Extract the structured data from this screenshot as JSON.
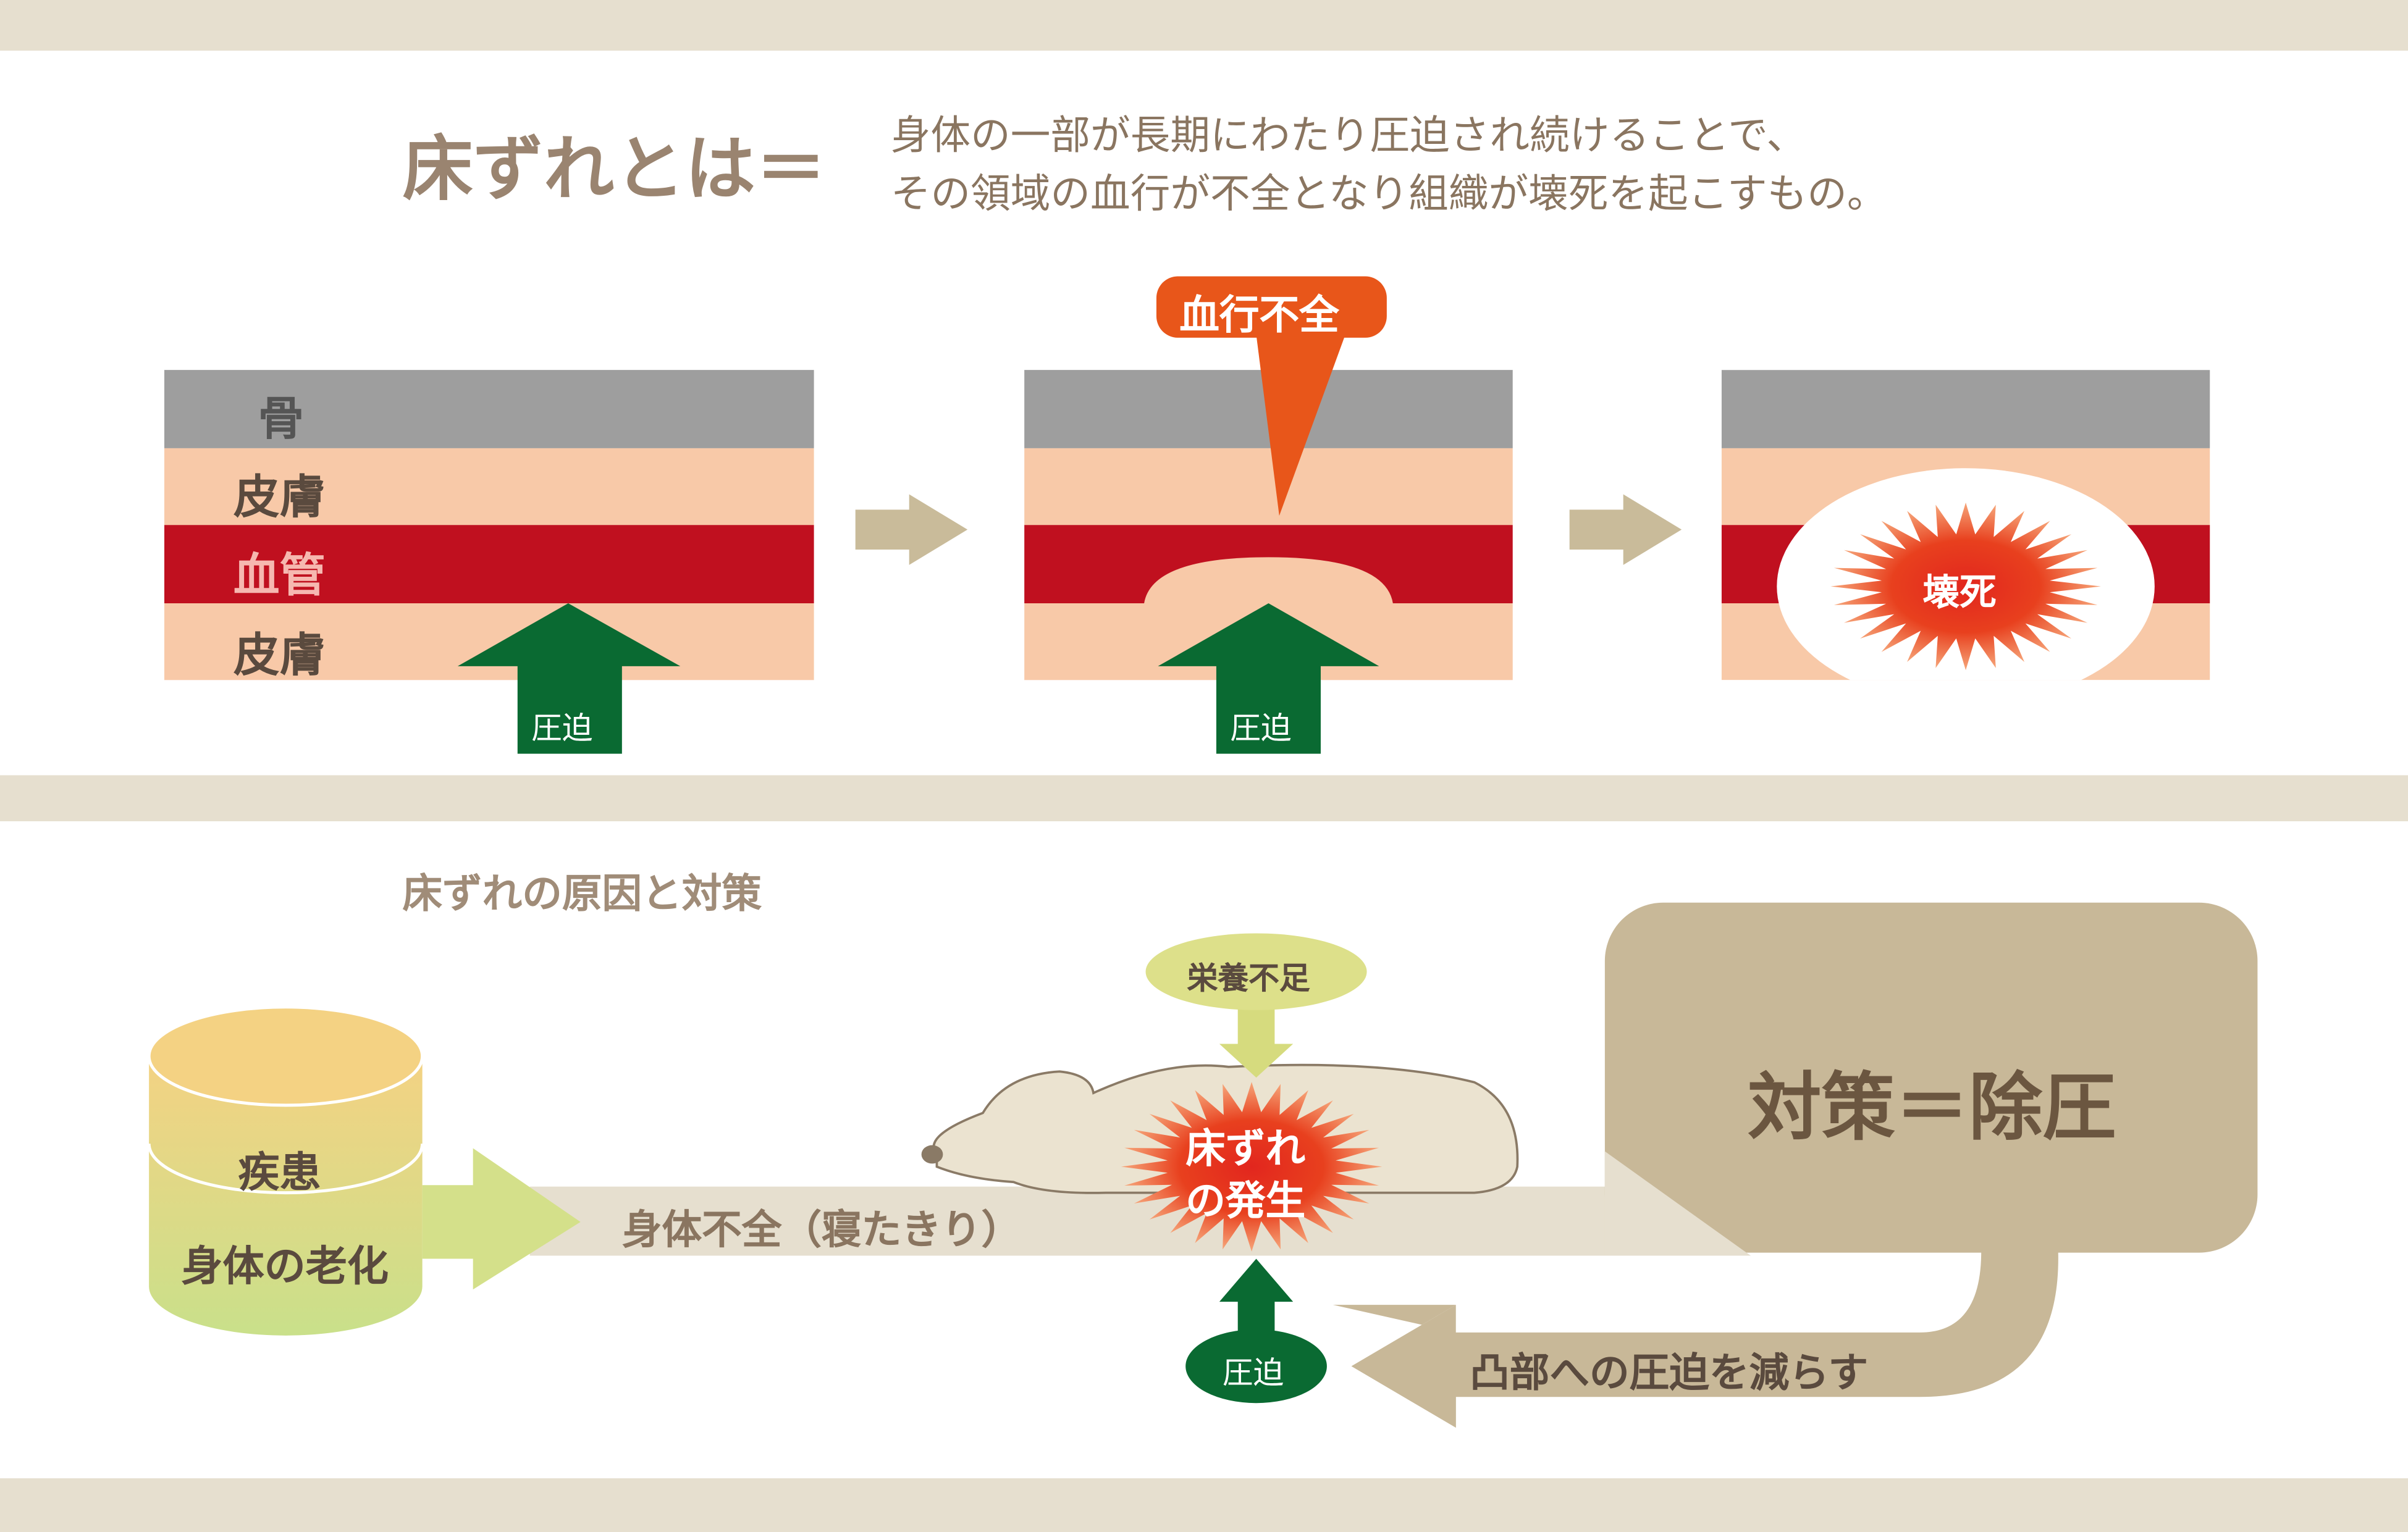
{
  "header": {
    "title": "床ずれとは＝",
    "description_lines": [
      "身体の一部が長期にわたり圧迫され続けることで、",
      "その領域の血行が不全となり組織が壊死を起こすもの。"
    ]
  },
  "diagram": {
    "layers": [
      "骨",
      "皮膚",
      "血管",
      "皮膚"
    ],
    "pressure_label": "圧迫",
    "callout": "血行不全",
    "necrosis_label": "壊死"
  },
  "causes": {
    "section_title": "床ずれの原因と対策",
    "cylinder_top": "疾患",
    "cylinder_bottom": "身体の老化",
    "flow_label": "身体不全（寝たきり）",
    "nutrition": "栄養不足",
    "outbreak_line1": "床ずれ",
    "outbreak_line2": "の発生",
    "pressure_label": "圧迫",
    "countermeasure": "対策＝除圧",
    "return_label": "凸部への圧迫を減らす"
  },
  "colors": {
    "band": "#e6dfcf",
    "bone": "#9e9e9e",
    "skin": "#f8c9a8",
    "vessel": "#c0101f",
    "green": "#0a6a32",
    "orange": "#e8561a",
    "beige": "#c8b898"
  }
}
